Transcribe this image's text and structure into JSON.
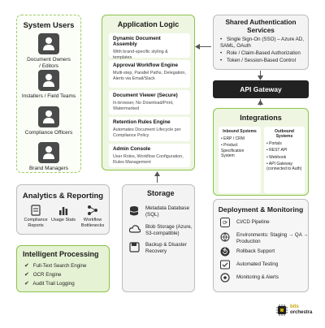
{
  "system_users": {
    "title": "System Users",
    "users": [
      {
        "label": "Document Owners / Editors",
        "icon": "user-icon"
      },
      {
        "label": "Installers / Field Teams",
        "icon": "user-icon"
      },
      {
        "label": "Compliance Officers",
        "icon": "user-icon"
      },
      {
        "label": "Brand Managers",
        "icon": "user-icon"
      }
    ]
  },
  "app_logic": {
    "title": "Application Logic",
    "cards": [
      {
        "title": "Dynamic Document Assembly",
        "desc": "With brand-specific styling & templates"
      },
      {
        "title": "Approval Workflow Engine",
        "desc": "Multi-step, Parallel Paths, Delegation, Alerts via Email/Slack"
      },
      {
        "title": "Document Viewer (Secure)",
        "desc": "In-browser, No Download/Print, Watermarked"
      },
      {
        "title": "Retention Rules Engine",
        "desc": "Automates Document Lifecycle per Compliance Policy"
      },
      {
        "title": "Admin Console",
        "desc": "User Roles, Workflow Configuration, Rules Management"
      }
    ]
  },
  "auth": {
    "title": "Shared Authentication Services",
    "items": [
      "Single Sign-On (SSO) – Azure AD, SAML, OAuth",
      "Role / Claim-Based Authorization",
      "Token / Session-Based Control"
    ]
  },
  "gateway": {
    "label": "API Gateway"
  },
  "integrations": {
    "title": "Integrations",
    "inbound_title": "Inbound Systems",
    "inbound": [
      "ERP / CRM",
      "Product Specification System"
    ],
    "outbound_title": "Outbound Systems",
    "outbound": [
      "Portals",
      "REST API",
      "Webhook",
      "API Gateway (connected to Auth)"
    ]
  },
  "analytics": {
    "title": "Analytics & Reporting",
    "items": [
      {
        "label": "Compliance Reports",
        "icon": "report-icon"
      },
      {
        "label": "Usage Stats",
        "icon": "bar-chart-icon"
      },
      {
        "label": "Workflow Bottlenecks",
        "icon": "workflow-icon"
      }
    ]
  },
  "processing": {
    "title": "Intelligent Processing",
    "items": [
      "Full-Text Search Engine",
      "OCR Engine",
      "Audit Trail Logging"
    ]
  },
  "storage": {
    "title": "Storage",
    "items": [
      {
        "label": "Metadata Database (SQL)",
        "icon": "database-icon"
      },
      {
        "label": "Blob Storage (Azure, S3-compatible)",
        "icon": "cloud-icon"
      },
      {
        "label": "Backup & Disaster Recovery",
        "icon": "backup-icon"
      }
    ]
  },
  "deployment": {
    "title": "Deployment & Monitoring",
    "items": [
      {
        "label": "CI/CD Pipeline",
        "icon": "pipeline-icon"
      },
      {
        "label": "Environments: Staging → QA → Production",
        "icon": "environments-icon"
      },
      {
        "label": "Rollback Support",
        "icon": "rollback-icon"
      },
      {
        "label": "Automated Testing",
        "icon": "testing-icon"
      },
      {
        "label": "Monitoring & Alerts",
        "icon": "monitoring-icon"
      }
    ]
  },
  "logo": {
    "line1": "bits",
    "line2": "orchestra"
  },
  "colors": {
    "green_border": "#8bc34a",
    "green_fill": "#f1f8e9",
    "dark": "#222222",
    "gray_fill": "#f3f3f3"
  }
}
